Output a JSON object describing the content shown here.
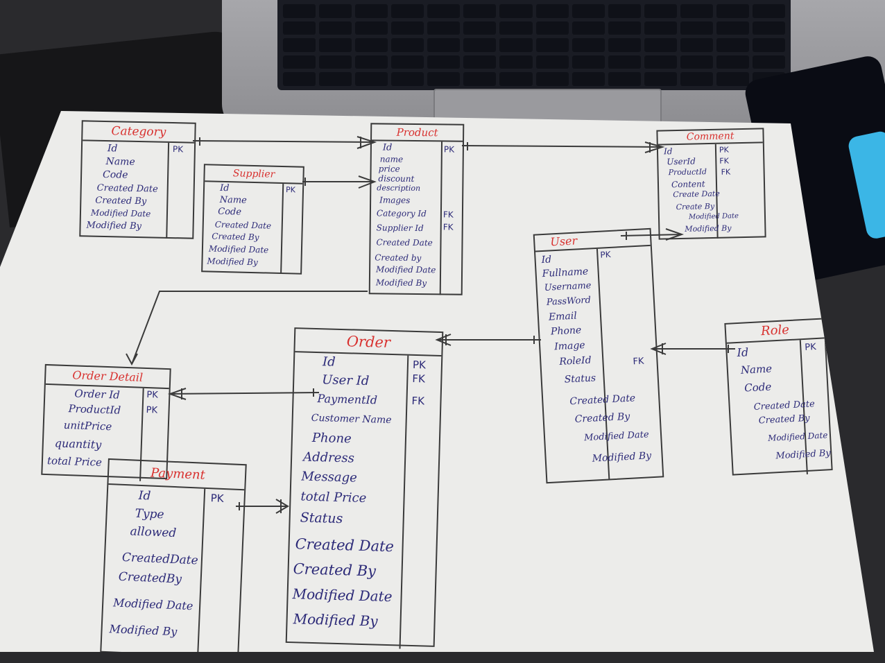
{
  "entities": {
    "category": {
      "title": "Category",
      "attributes": [
        "Id",
        "Name",
        "Code",
        "Created Date",
        "Created By",
        "Modified Date",
        "Modified By"
      ],
      "keys": [
        "PK"
      ]
    },
    "supplier": {
      "title": "Supplier",
      "attributes": [
        "Id",
        "Name",
        "Code",
        "Created Date",
        "Created By",
        "Modified Date",
        "Modified By"
      ],
      "keys": [
        "PK"
      ]
    },
    "product": {
      "title": "Product",
      "attributes": [
        "Id",
        "name",
        "price",
        "discount",
        "description",
        "Images",
        "Category Id",
        "Supplier Id",
        "Created Date",
        "Created by",
        "Modified Date",
        "Modified By"
      ],
      "keys": [
        "PK",
        "FK",
        "FK"
      ]
    },
    "comment": {
      "title": "Comment",
      "attributes": [
        "Id",
        "UserId",
        "ProductId",
        "Content",
        "Create Date",
        "Create By",
        "Modified Date",
        "Modified By"
      ],
      "keys": [
        "PK",
        "FK",
        "FK"
      ]
    },
    "user": {
      "title": "User",
      "attributes": [
        "Id",
        "Fullname",
        "Username",
        "PassWord",
        "Email",
        "Phone",
        "Image",
        "RoleId",
        "Status",
        "Created Date",
        "Created By",
        "Modified Date",
        "Modified By"
      ],
      "keys": [
        "PK",
        "FK"
      ]
    },
    "role": {
      "title": "Role",
      "attributes": [
        "Id",
        "Name",
        "Code",
        "Created Date",
        "Created By",
        "Modified Date",
        "Modified By"
      ],
      "keys": [
        "PK"
      ]
    },
    "order": {
      "title": "Order",
      "attributes": [
        "Id",
        "User Id",
        "PaymentId",
        "Customer Name",
        "Phone",
        "Address",
        "Message",
        "total Price",
        "Status",
        "Created Date",
        "Created By",
        "Modified Date",
        "Modified By"
      ],
      "keys": [
        "PK",
        "FK",
        "FK"
      ]
    },
    "order_detail": {
      "title": "Order Detail",
      "attributes": [
        "Order Id",
        "ProductId",
        "unitPrice",
        "quantity",
        "total Price"
      ],
      "keys": [
        "PK",
        "PK"
      ]
    },
    "payment": {
      "title": "Payment",
      "attributes": [
        "Id",
        "Type",
        "allowed",
        "CreatedDate",
        "CreatedBy",
        "Modified Date",
        "Modified By"
      ],
      "keys": [
        "PK"
      ]
    }
  },
  "colors": {
    "title": "#d8312f",
    "attribute": "#2c2a78",
    "line": "#3a3a3a",
    "paper": "#ececea"
  }
}
